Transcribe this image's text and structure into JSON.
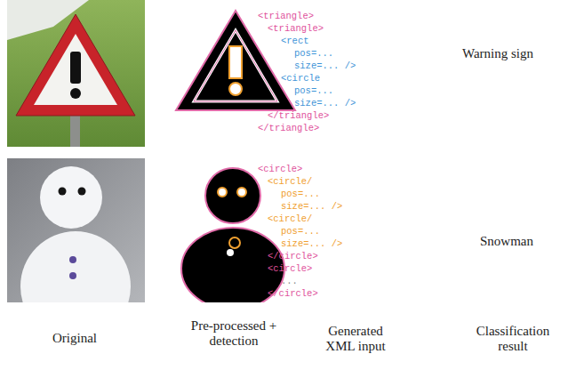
{
  "diagram": {
    "labels": [
      "<triangle>",
      "<triangle>",
      "<rect",
      "pos=...",
      "size=... />",
      "<circle",
      "pos=...",
      "size=... />",
      "</triangle>",
      "</triangle>",
      "Warning sign",
      "<circle>",
      "<circle/",
      "pos=...",
      "size=... />",
      "<circle/",
      "pos=...",
      "size=... />",
      "</circle>",
      "<circle>",
      "...",
      "</circle>",
      "Snowman",
      "Original",
      "Pre-processed + detection",
      "Generated XML input",
      "Classification result"
    ]
  }
}
